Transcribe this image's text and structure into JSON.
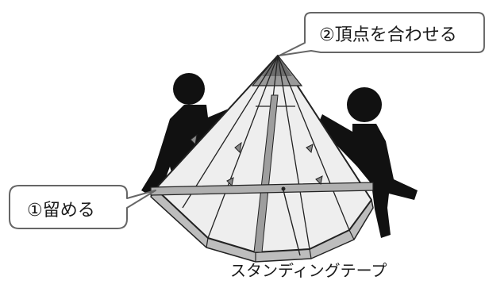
{
  "callouts": {
    "apex": "②頂点を合わせる",
    "fasten": "①留める",
    "tape": "スタンディングテープ"
  },
  "colors": {
    "tent_fill": "#eeeeee",
    "tent_edge": "#222222",
    "skirt": "#bdbdbd",
    "tape": "#9e9e9e",
    "person": "#111111",
    "callout_border": "#666666"
  },
  "icons": [
    "person-left-icon",
    "person-right-icon",
    "tent-icon"
  ]
}
